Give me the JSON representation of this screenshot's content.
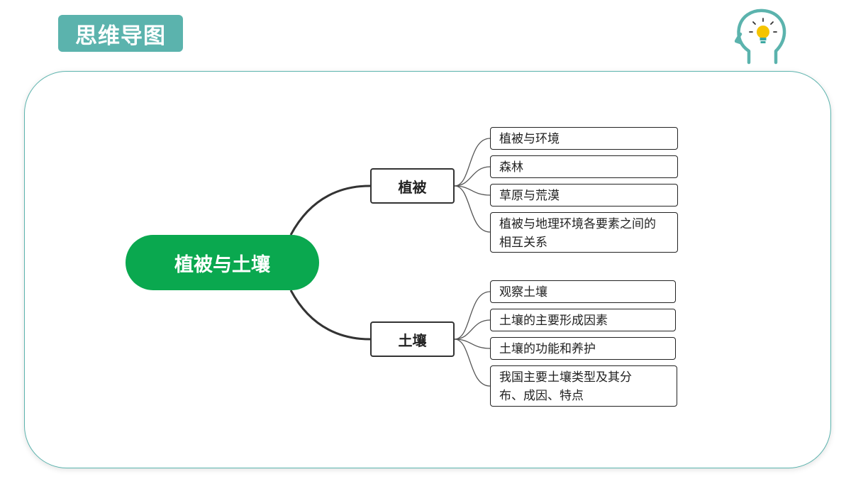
{
  "header": {
    "title": "思维导图",
    "icon": "head-lightbulb-icon"
  },
  "colors": {
    "accent": "#5bb3ad",
    "root": "#0aa84f",
    "line": "#333333"
  },
  "mindmap": {
    "root": "植被与土壤",
    "branches": [
      {
        "label": "植被",
        "items": [
          "植被与环境",
          "森林",
          "草原与荒漠",
          "植被与地理环境各要素之间的相互关系"
        ]
      },
      {
        "label": "土壤",
        "items": [
          "观察土壤",
          "土壤的主要形成因素",
          "土壤的功能和养护",
          "我国主要土壤类型及其分布、成因、特点"
        ]
      }
    ]
  }
}
